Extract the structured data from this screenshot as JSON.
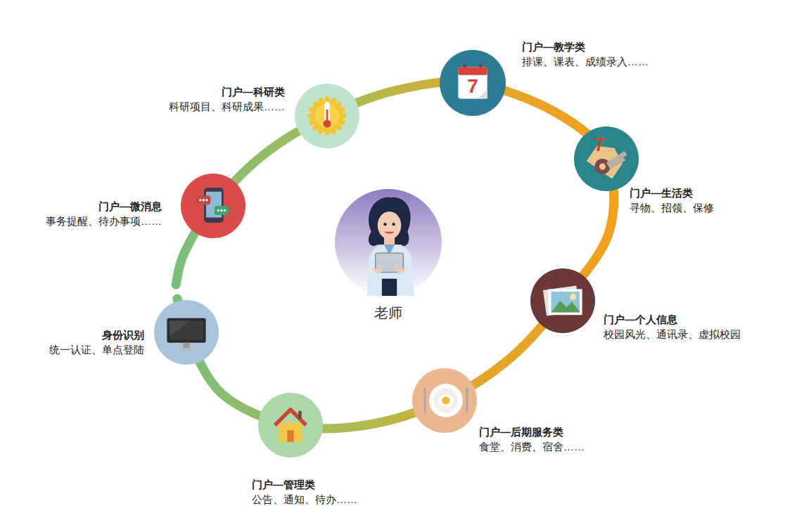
{
  "diagram": {
    "nodes": [
      {
        "text": [
          "门户—教学类",
          "排课、课表、成绩录入……"
        ]
      },
      {
        "text": [
          "门户—生活类",
          "寻物、招领、保修"
        ]
      },
      {
        "text": [
          "门户—个人信息",
          "校园风光、通讯录、虚拟校园"
        ]
      },
      {
        "text": [
          "门户—后期服务类",
          "食堂、消费、宿舍……"
        ]
      },
      {
        "text": [
          "门户—管理类",
          "公告、通知、待办……"
        ]
      },
      {
        "text": [
          "身份识别",
          "统一认证、单点登陆"
        ]
      },
      {
        "text": [
          "门户—微消息",
          "事务提醒、待办事项……"
        ]
      },
      {
        "text": [
          "门户—科研类",
          "科研项目、科研成果……"
        ]
      },
      {
        "text": [
          "老师"
        ]
      }
    ],
    "labels": [
      "7",
      "7"
    ]
  }
}
